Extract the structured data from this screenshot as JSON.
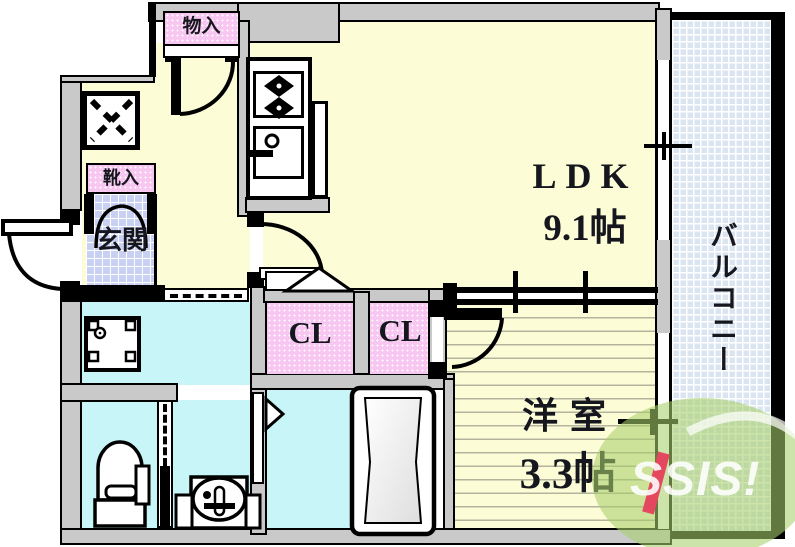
{
  "colors": {
    "floor_yellow": "#FCFCD7",
    "pink": "#F8C7F1",
    "cyan": "#C8F5F7",
    "tile": "#C8D1F1",
    "balcony_fill": "#DBE4F1",
    "wall": "#C9C9C9",
    "text": "#16161E",
    "logo_green": "#A7CF6A",
    "logo_red": "#E3485F"
  },
  "rooms": {
    "ldk": {
      "label": "LDK",
      "size": "9.1帖"
    },
    "western": {
      "label": "洋室",
      "size": "3.3帖"
    },
    "balcony": {
      "label": "バルコニー"
    },
    "entrance": {
      "label": "玄関"
    },
    "closet_left": {
      "label": "CL"
    },
    "closet_right": {
      "label": "CL"
    },
    "storage": {
      "label": "物入"
    },
    "shoes": {
      "label": "靴入"
    }
  },
  "watermark": {
    "text": "SSIS!"
  }
}
